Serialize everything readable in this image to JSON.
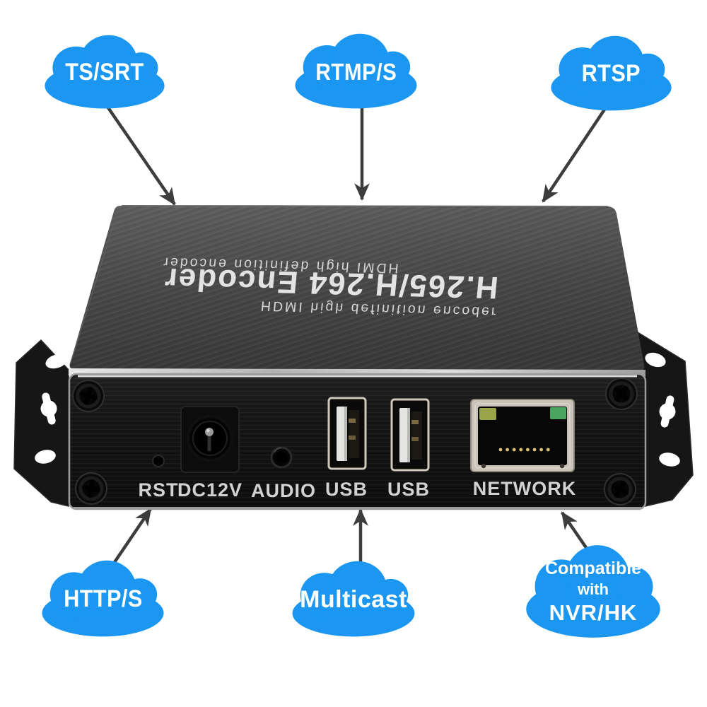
{
  "clouds": [
    {
      "id": "ts-srt",
      "label": "TS/SRT"
    },
    {
      "id": "rtmp-s",
      "label": "RTMP/S"
    },
    {
      "id": "rtsp",
      "label": "RTSP"
    },
    {
      "id": "http-s",
      "label": "HTTP/S"
    },
    {
      "id": "multicast",
      "label": "Multicast"
    },
    {
      "id": "nvr-hk",
      "line1": "Compatible",
      "line2": "with",
      "line3": "NVR/HK"
    }
  ],
  "device": {
    "top_title": "H.265/H.264 Encoder",
    "top_subtitle": "HDMI high definition encoder",
    "port_labels": [
      "RST",
      "DC12V",
      "AUDIO",
      "USB",
      "USB",
      "NETWORK"
    ]
  },
  "colors": {
    "cloud_blue": "#1b97f1",
    "cloud_text": "#ffffff",
    "arrow_gray": "#3d3d3d",
    "device_top_gray": "#4a4a4a",
    "device_front_black": "#141414",
    "panel_silver_edge": "#c9c9c9",
    "label_gray": "#d2d2d2",
    "led_left_yellow_green": "#99a347",
    "led_right_green": "#49a560",
    "usb_tongue_white": "#e4e4e2",
    "rj45_bezel": "#c9c3b9",
    "background": "#ffffff"
  }
}
